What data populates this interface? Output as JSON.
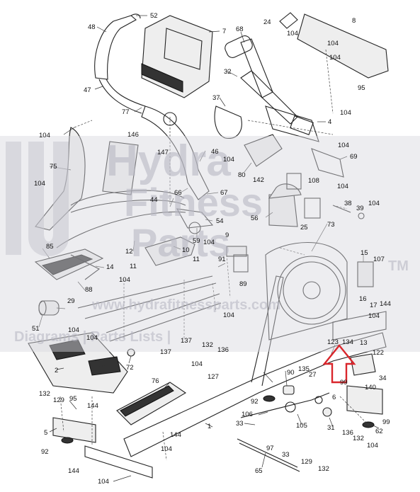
{
  "watermark": {
    "brand_line1": "Hydra",
    "brand_line2": "Fitness",
    "brand_line3": "Parts",
    "trademark": "TM",
    "website": "www.hydrafitnessparts.com",
    "tagline": "Diagrams | Parts Lists |"
  },
  "labels": [
    {
      "id": "52",
      "text": "52"
    },
    {
      "id": "48",
      "text": "48"
    },
    {
      "id": "7",
      "text": "7"
    },
    {
      "id": "68",
      "text": "68"
    },
    {
      "id": "24",
      "text": "24"
    },
    {
      "id": "104a",
      "text": "104"
    },
    {
      "id": "8",
      "text": "8"
    },
    {
      "id": "104b",
      "text": "104"
    },
    {
      "id": "104c",
      "text": "104"
    },
    {
      "id": "95a",
      "text": "95"
    },
    {
      "id": "32",
      "text": "32"
    },
    {
      "id": "47",
      "text": "47"
    },
    {
      "id": "77",
      "text": "77"
    },
    {
      "id": "37",
      "text": "37"
    },
    {
      "id": "104d",
      "text": "104"
    },
    {
      "id": "4",
      "text": "4"
    },
    {
      "id": "104e",
      "text": "104"
    },
    {
      "id": "146",
      "text": "146"
    },
    {
      "id": "104f",
      "text": "104"
    },
    {
      "id": "147",
      "text": "147"
    },
    {
      "id": "46",
      "text": "46"
    },
    {
      "id": "80",
      "text": "80"
    },
    {
      "id": "104g",
      "text": "104"
    },
    {
      "id": "69",
      "text": "69"
    },
    {
      "id": "75",
      "text": "75"
    },
    {
      "id": "142",
      "text": "142"
    },
    {
      "id": "104h",
      "text": "104"
    },
    {
      "id": "104i",
      "text": "104"
    },
    {
      "id": "66",
      "text": "66"
    },
    {
      "id": "67",
      "text": "67"
    },
    {
      "id": "108",
      "text": "108"
    },
    {
      "id": "44",
      "text": "44"
    },
    {
      "id": "38",
      "text": "38"
    },
    {
      "id": "39",
      "text": "39"
    },
    {
      "id": "104j",
      "text": "104"
    },
    {
      "id": "56",
      "text": "56"
    },
    {
      "id": "54",
      "text": "54"
    },
    {
      "id": "25",
      "text": "25"
    },
    {
      "id": "59",
      "text": "59"
    },
    {
      "id": "73",
      "text": "73"
    },
    {
      "id": "9",
      "text": "9"
    },
    {
      "id": "104k",
      "text": "104"
    },
    {
      "id": "85",
      "text": "85"
    },
    {
      "id": "12",
      "text": "12"
    },
    {
      "id": "10",
      "text": "10"
    },
    {
      "id": "15",
      "text": "15"
    },
    {
      "id": "107",
      "text": "107"
    },
    {
      "id": "14",
      "text": "14"
    },
    {
      "id": "11a",
      "text": "11"
    },
    {
      "id": "11b",
      "text": "11"
    },
    {
      "id": "91",
      "text": "91"
    },
    {
      "id": "88",
      "text": "88"
    },
    {
      "id": "104l",
      "text": "104"
    },
    {
      "id": "89",
      "text": "89"
    },
    {
      "id": "29",
      "text": "29"
    },
    {
      "id": "104m",
      "text": "104"
    },
    {
      "id": "16",
      "text": "16"
    },
    {
      "id": "17",
      "text": "17"
    },
    {
      "id": "144a",
      "text": "144"
    },
    {
      "id": "104n",
      "text": "104"
    },
    {
      "id": "51",
      "text": "51"
    },
    {
      "id": "104o",
      "text": "104"
    },
    {
      "id": "104p",
      "text": "104"
    },
    {
      "id": "137a",
      "text": "137"
    },
    {
      "id": "137b",
      "text": "137"
    },
    {
      "id": "123",
      "text": "123"
    },
    {
      "id": "134",
      "text": "134"
    },
    {
      "id": "13",
      "text": "13"
    },
    {
      "id": "132a",
      "text": "132"
    },
    {
      "id": "136a",
      "text": "136"
    },
    {
      "id": "122",
      "text": "122"
    },
    {
      "id": "2",
      "text": "2"
    },
    {
      "id": "72",
      "text": "72"
    },
    {
      "id": "104q",
      "text": "104"
    },
    {
      "id": "127",
      "text": "127"
    },
    {
      "id": "135",
      "text": "135"
    },
    {
      "id": "34",
      "text": "34"
    },
    {
      "id": "90",
      "text": "90"
    },
    {
      "id": "27",
      "text": "27"
    },
    {
      "id": "99a",
      "text": "99"
    },
    {
      "id": "140",
      "text": "140"
    },
    {
      "id": "95b",
      "text": "95"
    },
    {
      "id": "76",
      "text": "76"
    },
    {
      "id": "132b",
      "text": "132"
    },
    {
      "id": "129a",
      "text": "129"
    },
    {
      "id": "144b",
      "text": "144"
    },
    {
      "id": "92a",
      "text": "92"
    },
    {
      "id": "6",
      "text": "6"
    },
    {
      "id": "99b",
      "text": "99"
    },
    {
      "id": "106",
      "text": "106"
    },
    {
      "id": "31",
      "text": "31"
    },
    {
      "id": "1",
      "text": "1"
    },
    {
      "id": "105",
      "text": "105"
    },
    {
      "id": "5",
      "text": "5"
    },
    {
      "id": "33a",
      "text": "33"
    },
    {
      "id": "136b",
      "text": "136"
    },
    {
      "id": "62",
      "text": "62"
    },
    {
      "id": "144c",
      "text": "144"
    },
    {
      "id": "132c",
      "text": "132"
    },
    {
      "id": "104r",
      "text": "104"
    },
    {
      "id": "92b",
      "text": "92"
    },
    {
      "id": "104s",
      "text": "104"
    },
    {
      "id": "97",
      "text": "97"
    },
    {
      "id": "33b",
      "text": "33"
    },
    {
      "id": "144d",
      "text": "144"
    },
    {
      "id": "65",
      "text": "65"
    },
    {
      "id": "129b",
      "text": "129"
    },
    {
      "id": "132d",
      "text": "132"
    },
    {
      "id": "104t",
      "text": "104"
    }
  ],
  "highlight": {
    "color": "#d9262c",
    "target_label": "123"
  },
  "colors": {
    "ink": "#222222",
    "watermark": "#c7c7cf",
    "background": "#ffffff"
  }
}
